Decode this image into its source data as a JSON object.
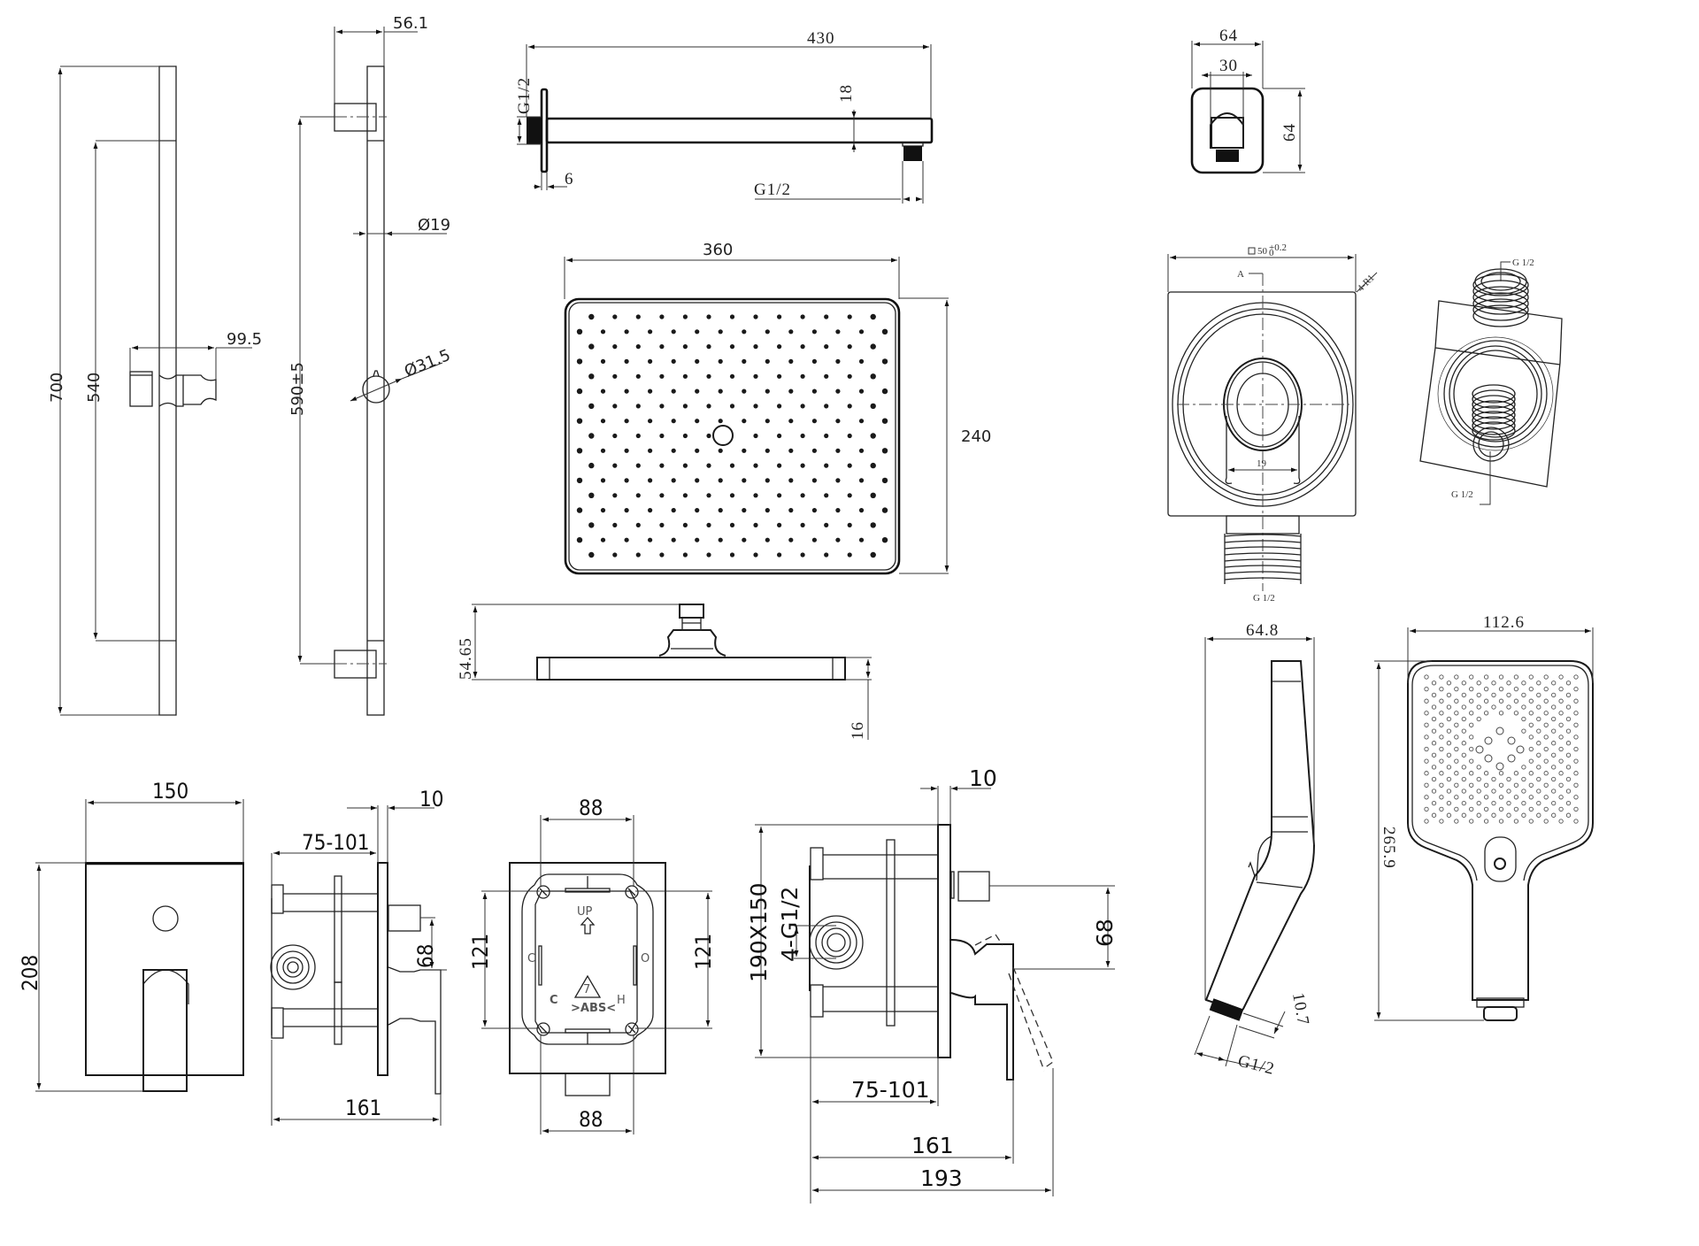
{
  "title": "Concealed shower system technical drawing (dimensions in mm)",
  "slide_rail": {
    "overall_height": "700",
    "slider_distance": "540",
    "slider_reach": "99.5",
    "bracket_depth": "56.1",
    "bracket_spacing": "590±5",
    "rail_diameter": "Ø19",
    "holder_diameter": "Ø31.5"
  },
  "shower_arm": {
    "length": "430",
    "inlet_thread": "G1/2",
    "outlet_thread": "G1/2",
    "arm_height": "18",
    "flange_thickness": "6"
  },
  "wall_elbow": {
    "width": "64",
    "height": "64",
    "inner_width": "30"
  },
  "overhead_shower": {
    "width": "360",
    "depth": "240",
    "total_height": "54.65",
    "plate_thickness": "16",
    "nozzle_rows": 17,
    "nozzle_counts": [
      13,
      14
    ]
  },
  "wall_outlet_detail": {
    "square_size": "50",
    "square_tolerance_upper": "+0.2",
    "square_tolerance_lower": "0",
    "corner_radius": "4-R1",
    "section_marker": "A",
    "bore": "19",
    "thread_bottom": "G 1/2",
    "thread_top_iso": "G 1/2",
    "thread_bottom_iso": "G 1/2"
  },
  "mixer_front": {
    "plate_width": "150",
    "overall_height": "208"
  },
  "mixer_side": {
    "install_depth": "75-101",
    "plate_thickness": "10",
    "outlet_offset": "68",
    "total_depth": "161"
  },
  "mounting_box": {
    "width_top": "88",
    "width_bottom": "88",
    "height_left": "121",
    "height_right": "121",
    "label_up": "UP",
    "label_cold": "C",
    "label_hot": "H",
    "label_side_left": "C",
    "label_side_right": "O",
    "recycle_number": "7",
    "material": ">ABS<"
  },
  "mixer_side_detail": {
    "plate_thickness": "10",
    "plate_size": "190X150",
    "inlet_thread": "4-G1/2",
    "outlet_offset": "68",
    "install_depth": "75-101",
    "depth_to_handle": "161",
    "depth_max": "193"
  },
  "hand_shower": {
    "side_width": "64.8",
    "thread_length": "10.7",
    "thread": "G1/2",
    "face_width": "112.6",
    "overall_length": "265.9"
  }
}
